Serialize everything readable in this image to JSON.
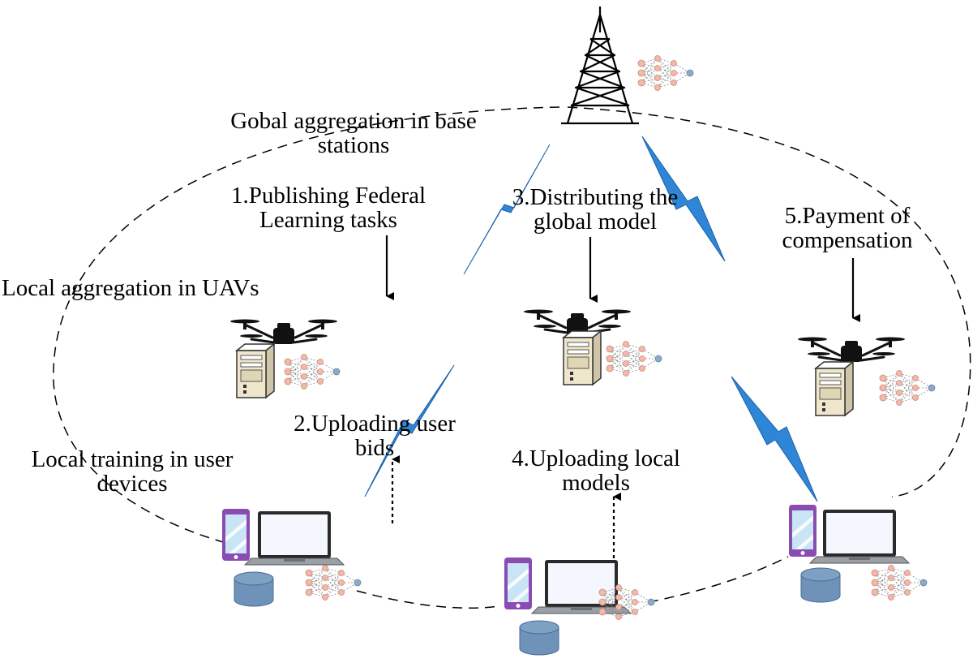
{
  "labels": {
    "global_aggregation": "Gobal aggregation in base\nstations",
    "local_aggregation": "Local aggregation in UAVs",
    "local_training": "Local training in user\ndevices",
    "step1": "1.Publishing Federal\nLearning tasks",
    "step2": "2.Uploading user\nbids",
    "step3": "3.Distributing the\nglobal model",
    "step4": "4.Uploading local\nmodels",
    "step5": "5.Payment of\ncompensation"
  },
  "colors": {
    "lightning": "#2f86d6",
    "lightning_edge": "#1b5fa8",
    "database": "#6f93b8",
    "phone_frame": "#8a4bb2",
    "screen": "#c9e4f5",
    "server": "#efe6cc",
    "node": "#f3b8a8",
    "output_node": "#8ea9c8"
  },
  "icons": [
    "tower-icon",
    "drone-icon",
    "server-icon",
    "phone-icon",
    "laptop-icon",
    "database-icon",
    "neural-net-icon",
    "lightning-icon",
    "arrow-down-icon",
    "dotted-arrow-up-icon"
  ]
}
